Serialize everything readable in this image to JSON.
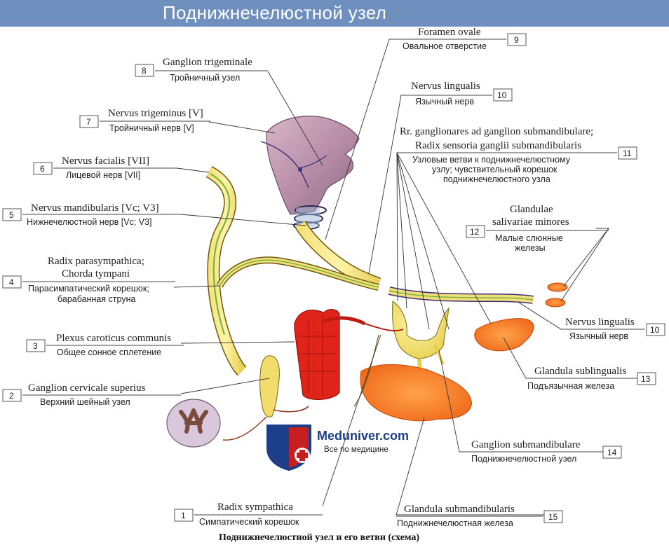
{
  "title": "Поднижнечелюстной узел",
  "caption": "Поднижнечелюстной узел и его ветви (схема)",
  "watermark": {
    "brand": "Meduniver.com",
    "tagline": "Все по медицине"
  },
  "labels": [
    {
      "num": "1",
      "latin": [
        "Radix sympathica"
      ],
      "russian": [
        "Симпатический корешок"
      ]
    },
    {
      "num": "2",
      "latin": [
        "Ganglion cervicale superius"
      ],
      "russian": [
        "Верхний шейный узел"
      ]
    },
    {
      "num": "3",
      "latin": [
        "Plexus caroticus communis"
      ],
      "russian": [
        "Общее сонное сплетение"
      ]
    },
    {
      "num": "4",
      "latin": [
        "Radix parasympathica;",
        "Chorda tympani"
      ],
      "russian": [
        "Парасимпатический корешок;",
        "барабанная струна"
      ]
    },
    {
      "num": "5",
      "latin": [
        "Nervus mandibularis [Vc; V3]"
      ],
      "russian": [
        "Нижнечелюстной нерв [Vc; V3]"
      ]
    },
    {
      "num": "6",
      "latin": [
        "Nervus facialis [VII]"
      ],
      "russian": [
        "Лицевой нерв [VII]"
      ]
    },
    {
      "num": "7",
      "latin": [
        "Nervus trigeminus [V]"
      ],
      "russian": [
        "Тройничный нерв [V]"
      ]
    },
    {
      "num": "8",
      "latin": [
        "Ganglion trigeminale"
      ],
      "russian": [
        "Тройничный узел"
      ]
    },
    {
      "num": "9",
      "latin": [
        "Foramen ovale"
      ],
      "russian": [
        "Овальное отверстие"
      ]
    },
    {
      "num": "10",
      "latin": [
        "Nervus lingualis"
      ],
      "russian": [
        "Язычный нерв"
      ]
    },
    {
      "num": "11",
      "latin": [
        "Rr. ganglionares ad ganglion submandibulare;",
        "Radix sensoria ganglii submandibularis"
      ],
      "russian": [
        "Узловые ветви к поднижнечелюстному",
        "узлу; чувствительный корешок",
        "поднижнечелюстного узла"
      ]
    },
    {
      "num": "12",
      "latin": [
        "Glandulae",
        "salivariae minores"
      ],
      "russian": [
        "Малые слюнные",
        "железы"
      ]
    },
    {
      "num": "10",
      "latin": [
        "Nervus lingualis"
      ],
      "russian": [
        "Язычный нерв"
      ]
    },
    {
      "num": "13",
      "latin": [
        "Glandula sublingualis"
      ],
      "russian": [
        "Подъязычная железа"
      ]
    },
    {
      "num": "14",
      "latin": [
        "Ganglion submandibulare"
      ],
      "russian": [
        "Поднижнечелюстной узел"
      ]
    },
    {
      "num": "15",
      "latin": [
        "Glandula submandibularis"
      ],
      "russian": [
        "Поднижнечелюстная железа"
      ]
    }
  ]
}
